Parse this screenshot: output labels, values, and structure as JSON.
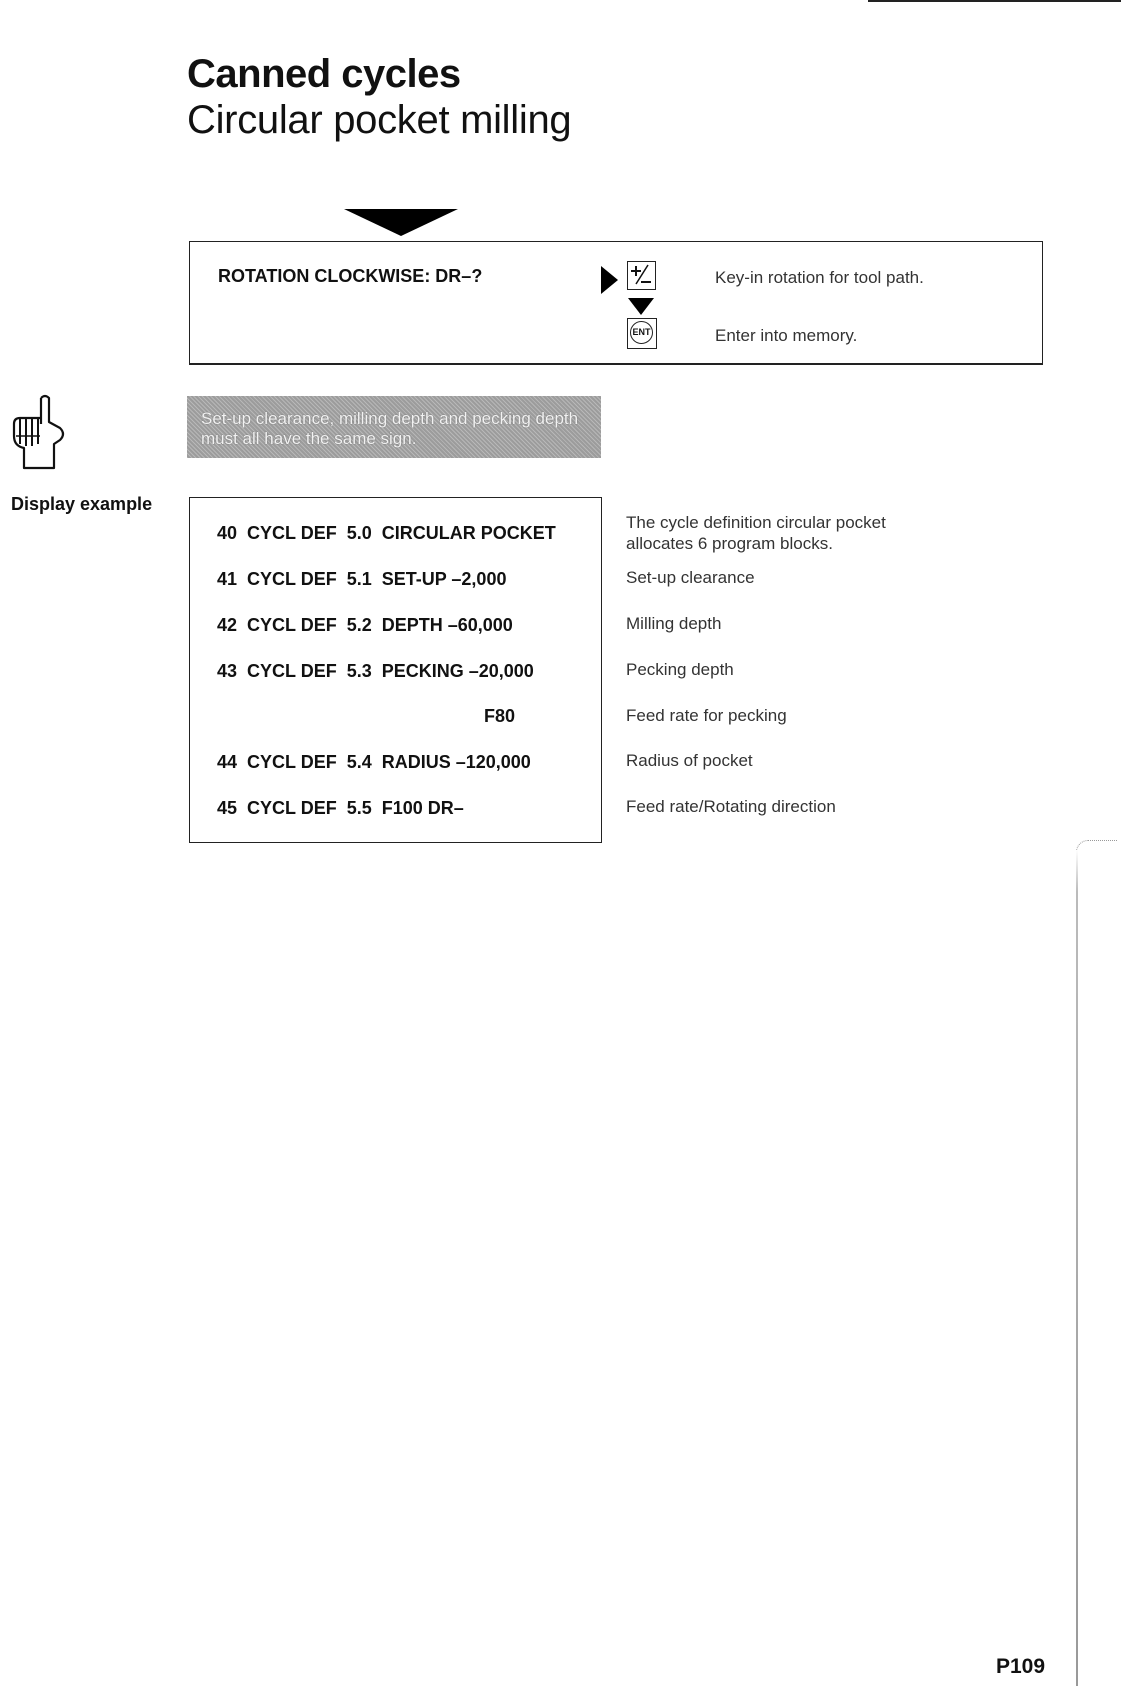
{
  "header": {
    "title": "Canned cycles",
    "subtitle": "Circular pocket milling"
  },
  "dialog": {
    "prompt": "ROTATION CLOCKWISE: DR–?",
    "key_1": "+/–",
    "key_2": "ENT",
    "instruction_1": "Key-in rotation for tool path.",
    "instruction_2": "Enter into memory."
  },
  "note": {
    "text": "Set-up clearance, milling depth and pecking depth must all have the same sign."
  },
  "display_example": {
    "label": "Display example",
    "blocks": [
      {
        "text": "40  CYCL DEF  5.0  CIRCULAR POCKET",
        "desc": "The cycle definition circular pocket allocates 6 program blocks."
      },
      {
        "text": "41  CYCL DEF  5.1  SET-UP –2,000",
        "desc": "Set-up clearance"
      },
      {
        "text": "42  CYCL DEF  5.2  DEPTH –60,000",
        "desc": "Milling depth"
      },
      {
        "text": "43  CYCL DEF  5.3  PECKING –20,000",
        "desc": "Pecking depth"
      },
      {
        "text": "F80",
        "desc": "Feed rate for pecking"
      },
      {
        "text": "44  CYCL DEF  5.4  RADIUS –120,000",
        "desc": "Radius of pocket"
      },
      {
        "text": "45  CYCL DEF  5.5  F100 DR–",
        "desc": "Feed rate/Rotating direction"
      }
    ]
  },
  "footer": {
    "page_number": "P109"
  }
}
